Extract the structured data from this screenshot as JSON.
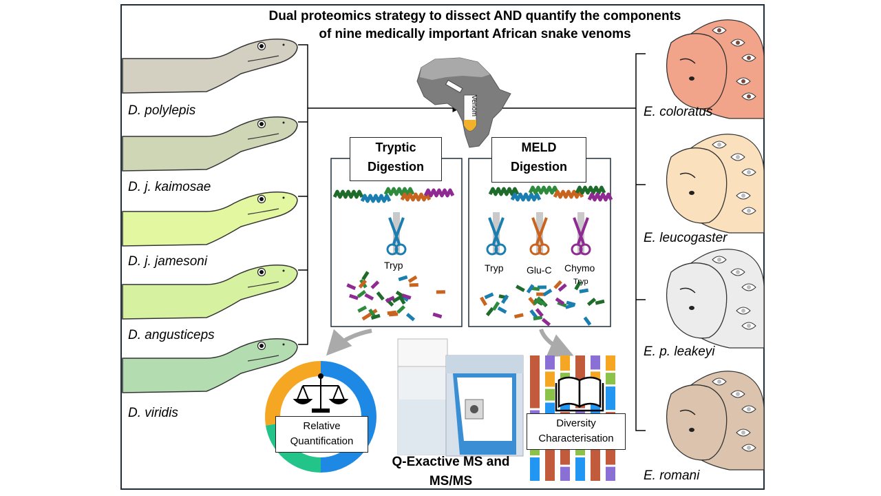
{
  "title": {
    "line1": "Dual proteomics strategy to dissect AND quantify the components",
    "line2": "of nine medically important African snake venoms"
  },
  "mambas": [
    "D. polylepis",
    "D. j. kaimosae",
    "D. j. jamesoni",
    "D. angusticeps",
    "D. viridis"
  ],
  "vipers": [
    "E. coloratus",
    "E. leucogaster",
    "E. p. leakeyi",
    "E. romani"
  ],
  "tube_label": "Venom",
  "tryptic": {
    "line1": "Tryptic",
    "line2": "Digestion",
    "enzyme": "Tryp"
  },
  "meld": {
    "line1": "MELD",
    "line2": "Digestion",
    "enzymes": [
      "Tryp",
      "Glu-C",
      "Chymo"
    ],
    "chymo_sub": "Tryp"
  },
  "quant_label": {
    "line1": "Relative",
    "line2": "Quantification"
  },
  "diversity_label": {
    "line1": "Diversity",
    "line2": "Characterisation"
  },
  "ms_label": {
    "line1": "Q-Exactive MS and",
    "line2": "MS/MS"
  },
  "colors": {
    "mamba": [
      "#d3d0c2",
      "#cfd6b6",
      "#e2f7a0",
      "#d6f2a0",
      "#b3dcb0"
    ],
    "viper": [
      "#f2a48a",
      "#fbe0bd",
      "#ececec",
      "#dcc3ad"
    ],
    "peptide": [
      "#1f6b2c",
      "#1a7fb0",
      "#c8641e",
      "#8e2a92",
      "#2e8b3e"
    ],
    "donut": [
      "#1e88e5",
      "#23c48a",
      "#f5a623"
    ],
    "frame": "#1e2e3a"
  }
}
